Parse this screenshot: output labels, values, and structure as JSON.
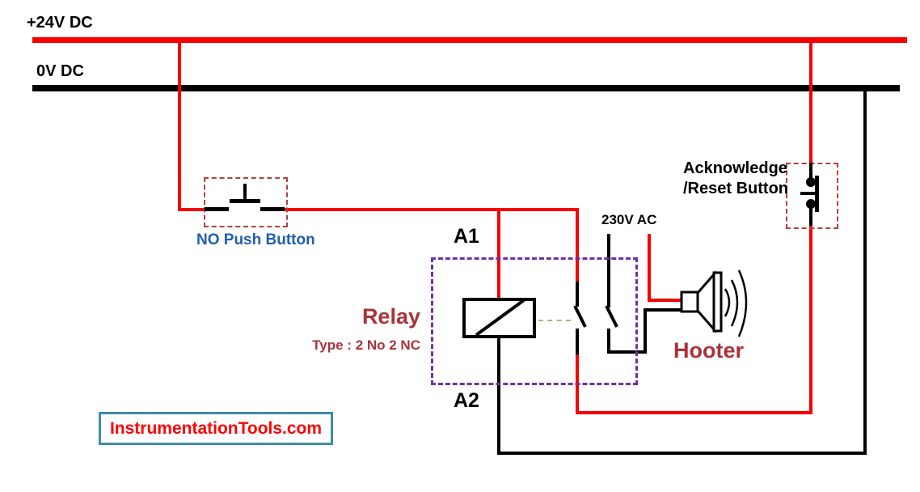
{
  "labels": {
    "bus_24v": "+24V DC",
    "bus_0v": "0V DC",
    "no_push_button": "NO Push Button",
    "ack_reset_line1": "Acknowledge",
    "ack_reset_line2": "/Reset Button",
    "relay_terminal_a1": "A1",
    "relay_terminal_a2": "A2",
    "supply_230v": "230V AC",
    "relay": "Relay",
    "relay_type": "Type : 2 No 2 NC",
    "hooter": "Hooter"
  },
  "watermark": {
    "text": "InstrumentationTools.com"
  },
  "icons": {
    "hooter_speaker": "speaker-icon",
    "sound_waves": "sound-waves-icon",
    "no_push_button_symbol": "normally-open-push-button-icon",
    "nc_push_button_symbol": "normally-closed-push-button-icon",
    "relay_coil_symbol": "relay-coil-icon"
  },
  "colors": {
    "background": "#FFFFFF",
    "wire_red": "#F80000",
    "wire_black": "#000000",
    "relay_box_purple": "#7030A0",
    "button_box_red": "#B0423F",
    "text_blue": "#1E5FAF",
    "text_dark_red": "#A8343A",
    "watermark_border": "#3C8EA5",
    "watermark_text": "#FF0000",
    "mech_link": "#B5AD7F"
  }
}
